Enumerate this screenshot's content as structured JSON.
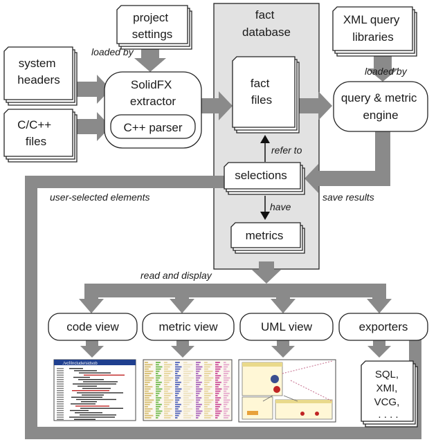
{
  "inputs": {
    "project_settings": [
      "project",
      "settings"
    ],
    "system_headers": [
      "system",
      "headers"
    ],
    "source_files": [
      "C/C++",
      "files"
    ],
    "xml_libraries": [
      "XML query",
      "libraries"
    ]
  },
  "extractor": {
    "title": [
      "SolidFX",
      "extractor"
    ],
    "parser": "C++ parser"
  },
  "database": {
    "title": [
      "fact",
      "database"
    ],
    "fact_files": [
      "fact",
      "files"
    ],
    "selections": "selections",
    "metrics": "metrics"
  },
  "engine": [
    "query & metric",
    "engine"
  ],
  "edge_labels": {
    "loaded_by_left": "loaded by",
    "loaded_by_right": "loaded by",
    "refer_to": "refer to",
    "have": "have",
    "user_selected": "user-selected elements",
    "save_results": "save results",
    "read_display": "read and display"
  },
  "views": {
    "code": "code view",
    "metric": "metric view",
    "uml": "UML view",
    "exporters": "exporters"
  },
  "export_formats": [
    "SQL,",
    "XMI,",
    "VCG,",
    ". . . ."
  ],
  "thumbnails": {
    "code_title": "./vcf/include/sidsob"
  }
}
